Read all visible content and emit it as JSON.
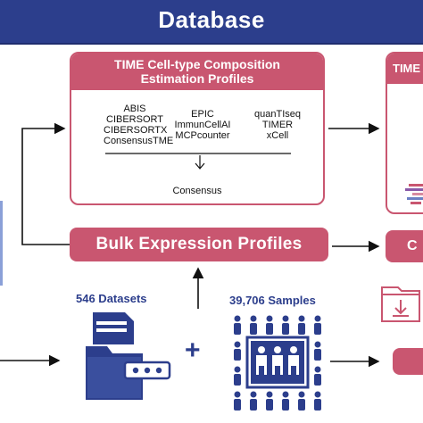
{
  "header": {
    "title": "Database"
  },
  "composition": {
    "title_line1": "TIME Cell-type Composition",
    "title_line2": "Estimation Profiles",
    "tools_col1": [
      "ABIS",
      "CIBERSORT",
      "CIBERSORTX",
      "ConsensusTME"
    ],
    "tools_col2": [
      "EPIC",
      "ImmunCellAI",
      "MCPcounter"
    ],
    "tools_col3": [
      "quanTIseq",
      "TIMER",
      "xCell"
    ],
    "consensus": "Consensus"
  },
  "bulk": {
    "label": "Bulk Expression Profiles"
  },
  "right": {
    "box_title": "TIME",
    "pill_label": "C"
  },
  "datasets": {
    "label": "546 Datasets"
  },
  "samples": {
    "label": "39,706 Samples"
  },
  "plus": "+",
  "colors": {
    "navy": "#2c3e8c",
    "rose": "#c95670",
    "light_blue": "#8ba0d8"
  }
}
